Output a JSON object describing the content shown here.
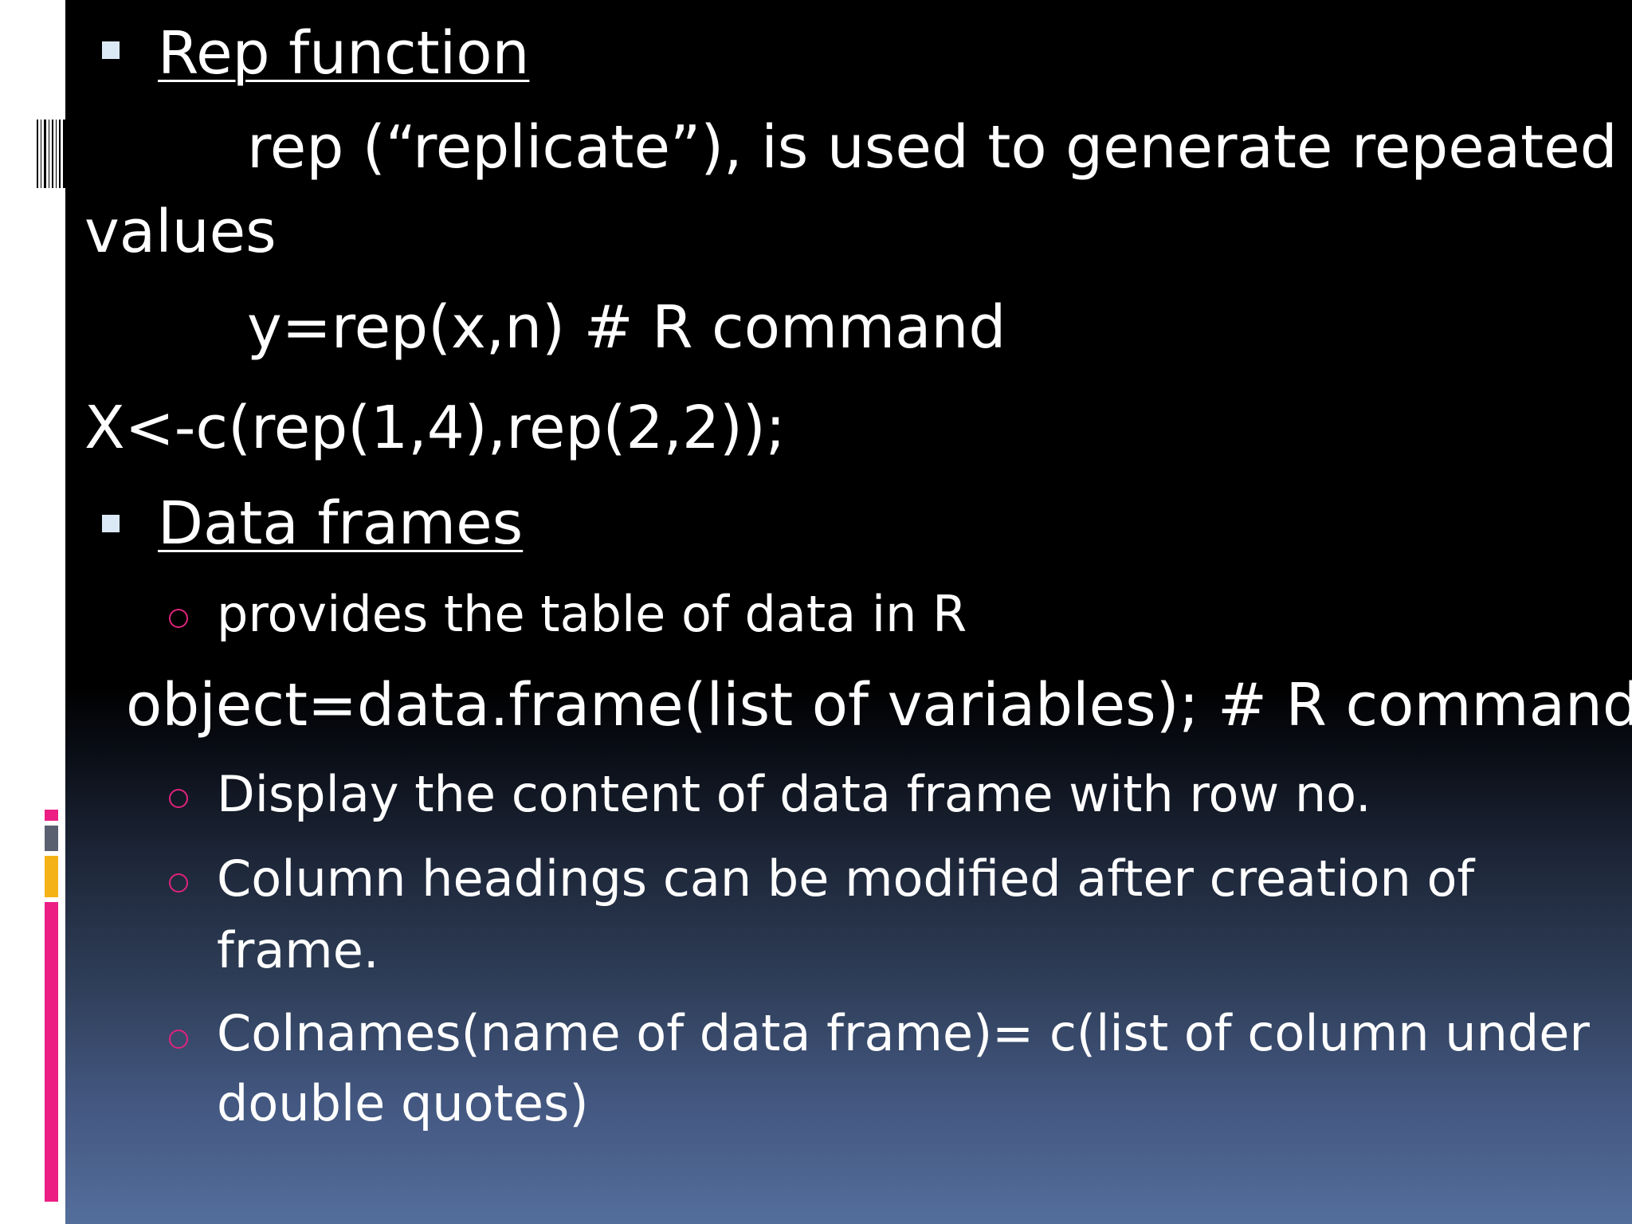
{
  "colors": {
    "slide_top": "#000000",
    "slide_bottom": "#546e9c",
    "text": "#ffffff",
    "square_bullet": "#dbe9f7",
    "circle_bullet": "#e0237d",
    "accent_gray": "#5a6070",
    "accent_gold": "#f5b216",
    "accent_pink": "#ec1e84"
  },
  "slide": {
    "rep_heading": "Rep function",
    "rep_desc_line1": "rep (“replicate”), is used to generate repeated",
    "rep_desc_line2": "values",
    "rep_command": "y=rep(x,n) # R command",
    "rep_example": "X<-c(rep(1,4),rep(2,2));",
    "df_heading": "Data frames",
    "df_sub1": "provides the table of data in R",
    "df_command": "object=data.frame(list of variables);  # R command",
    "df_sub2": "Display the content of data frame with row no.",
    "df_sub3_line1": "Column headings can be modified after creation of",
    "df_sub3_line2": "frame.",
    "df_sub4_line1": "Colnames(name of data frame)= c(list of column under",
    "df_sub4_line2": "double quotes)"
  }
}
